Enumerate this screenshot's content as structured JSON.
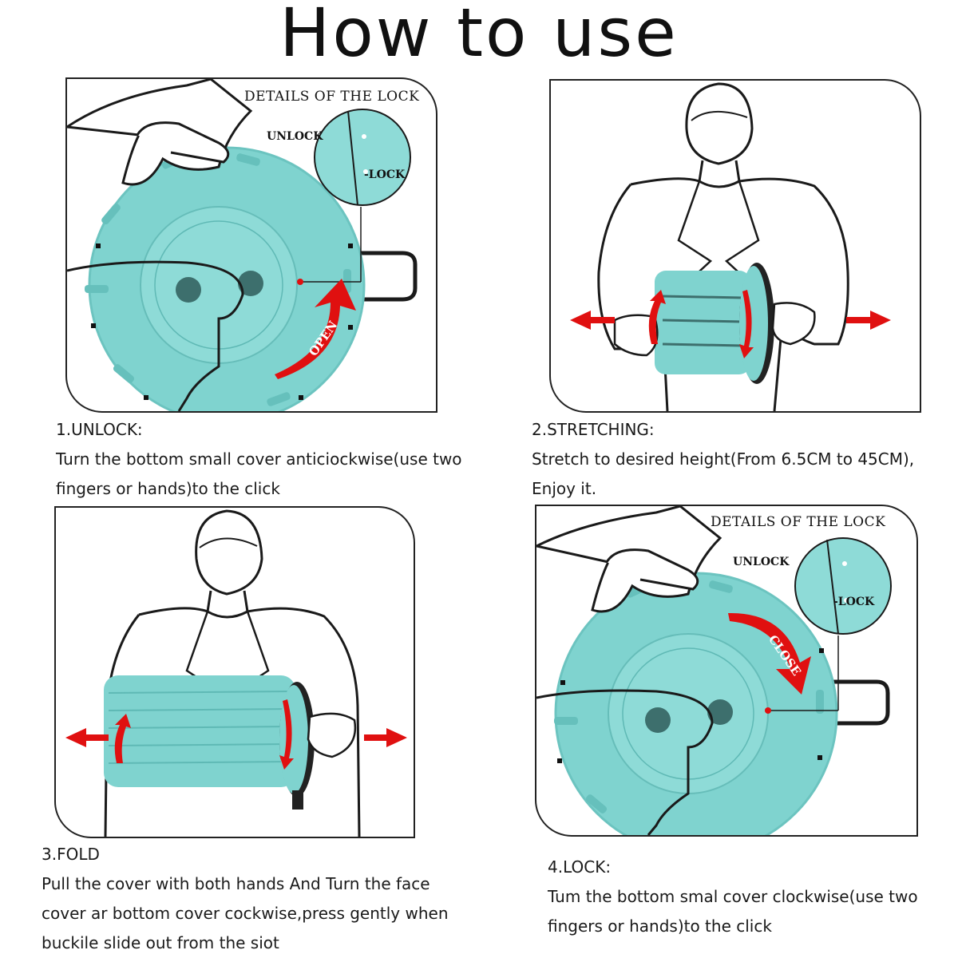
{
  "page": {
    "title": "How to use"
  },
  "steps": [
    {
      "heading": "1.UNLOCK:",
      "lines": [
        "Turn the bottom small cover anticiockwise(use two",
        "fingers or hands)to the click"
      ],
      "lock_details": {
        "title": "DETAILS OF THE LOCK",
        "unlock_label": "UNLOCK",
        "lock_label": "-LOCK"
      },
      "arrow_word": "OPEN"
    },
    {
      "heading": "2.STRETCHING:",
      "lines": [
        "Stretch to desired height(From 6.5CM to 45CM),",
        "Enjoy it."
      ]
    },
    {
      "heading": "3.FOLD",
      "lines": [
        "Pull the cover with both hands And Turn the face",
        "cover ar bottom cover cockwise,press gently when",
        "buckile slide out from the siot"
      ]
    },
    {
      "heading": "4.LOCK:",
      "lines": [
        "Tum the bottom smal cover clockwise(use two",
        "fingers or hands)to the click"
      ],
      "lock_details": {
        "title": "DETAILS OF THE LOCK",
        "unlock_label": "UNLOCK",
        "lock_label": "-LOCK"
      },
      "arrow_word": "CLOSE"
    }
  ],
  "colors": {
    "stool": "#7fd3cf",
    "stool_dark": "#5fb9b5",
    "arrow": "#e01010",
    "line": "#1a1a1a"
  }
}
